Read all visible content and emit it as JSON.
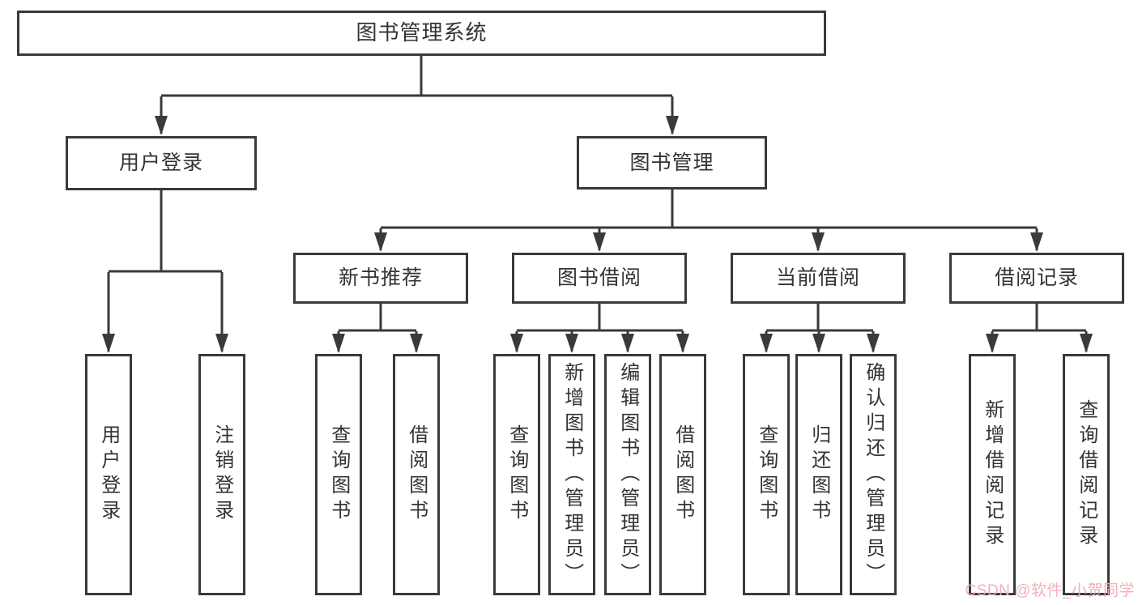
{
  "tree": {
    "label": "图书管理系统",
    "children": [
      {
        "label": "用户登录",
        "children": [
          {
            "label": "用户登录"
          },
          {
            "label": "注销登录"
          }
        ]
      },
      {
        "label": "图书管理",
        "children": [
          {
            "label": "新书推荐",
            "children": [
              {
                "label": "查询图书"
              },
              {
                "label": "借阅图书"
              }
            ]
          },
          {
            "label": "图书借阅",
            "children": [
              {
                "label": "查询图书"
              },
              {
                "label": "新增图书（管理员）"
              },
              {
                "label": "编辑图书（管理员）"
              },
              {
                "label": "借阅图书"
              }
            ]
          },
          {
            "label": "当前借阅",
            "children": [
              {
                "label": "查询图书"
              },
              {
                "label": "归还图书"
              },
              {
                "label": "确认归还（管理员）"
              }
            ]
          },
          {
            "label": "借阅记录",
            "children": [
              {
                "label": "新增借阅记录"
              },
              {
                "label": "查询借阅记录"
              }
            ]
          }
        ]
      }
    ]
  },
  "watermark": {
    "text": "CSDN @软件_小贺同学"
  },
  "colors": {
    "line": "#3a3a3a",
    "text": "#333333",
    "box_background": "#ffffff",
    "watermark": "#efadb5"
  }
}
